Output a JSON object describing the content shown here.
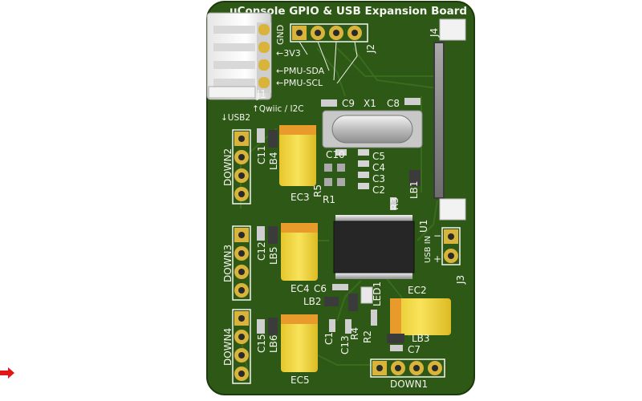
{
  "board": {
    "title": "uConsole GPIO & USB Expansion Board",
    "colors": {
      "pcb": "#2f5a16",
      "pcb_dark": "#234510",
      "silk": "#f4f4f0",
      "pad": "#d9b43a",
      "tantalum": "#f2d63a",
      "tantalum_band": "#e89a2a"
    }
  },
  "connectors": {
    "j1": {
      "ref": "J1",
      "pins": [
        "GND",
        "←3V3",
        "←PMU-SDA",
        "←PMU-SCL"
      ],
      "note": "↑Qwiic / I2C"
    },
    "j2": {
      "ref": "J2"
    },
    "j3": {
      "ref": "J3",
      "label": "USB IN",
      "minus": "−",
      "plus": "+"
    },
    "j4": {
      "ref": "J4"
    },
    "usb2_label": "↓USB2",
    "down1": "DOWN1",
    "down2": "DOWN2",
    "down3": "DOWN3",
    "down4": "DOWN4"
  },
  "components": {
    "c9": "C9",
    "x1": "X1",
    "c8": "C8",
    "c11": "C11",
    "lb4": "LB4",
    "ec3": "EC3",
    "c10": "C10",
    "c5": "C5",
    "c4": "C4",
    "c3": "C3",
    "c2": "C2",
    "r5": "R5",
    "r1": "R1",
    "r3": "R3",
    "lb1": "LB1",
    "u1": "U1",
    "c12": "C12",
    "lb5": "LB5",
    "ec4": "EC4",
    "c6": "C6",
    "lb2": "LB2",
    "ec2": "EC2",
    "led1": "LED1",
    "c1": "C1",
    "c13": "C13",
    "r4": "R4",
    "r2": "R2",
    "lb3": "LB3",
    "c7": "C7",
    "c15": "C15",
    "lb6": "LB6",
    "ec5": "EC5"
  }
}
